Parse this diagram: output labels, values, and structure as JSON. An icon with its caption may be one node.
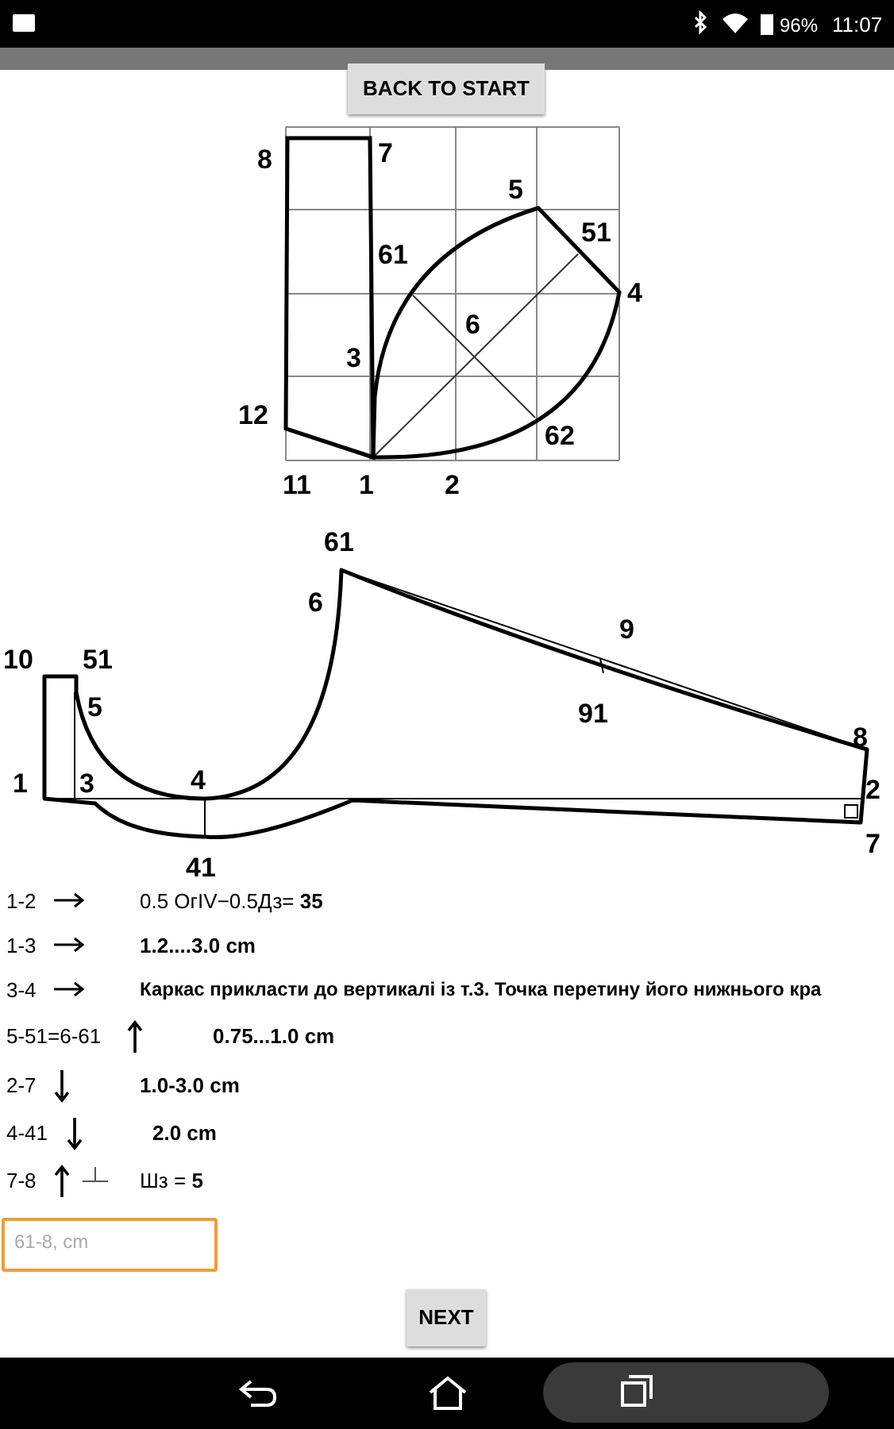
{
  "diagram": {
    "nodes": [
      {
        "text": [],
        "shape": "bar"
      }
    ],
    "labels": [
      "96%",
      "11:07",
      "BACK TO START",
      "8",
      "7",
      "5",
      "51",
      "61",
      "4",
      "6",
      "3",
      "12",
      "62",
      "11",
      "1",
      "2",
      "61",
      "6",
      "9",
      "10",
      "51",
      "5",
      "91",
      "8",
      "1",
      "3",
      "4",
      "2",
      "7",
      "41",
      "1-2",
      "0.5 ОгIV−0.5Дз= **35**",
      "1-3",
      "1.2....3.0 cm",
      "3-4",
      "Каркас прикласти до вертикалі із т.3. Точка перетину його нижнього кра",
      "5-51=6-61",
      "0.75...1.0 cm",
      "2-7",
      "1.0-3.0 cm",
      "4-41",
      "2.0 cm",
      "7-8",
      "Шз = **5**",
      "61-8, cm",
      "NEXT"
    ]
  }
}
